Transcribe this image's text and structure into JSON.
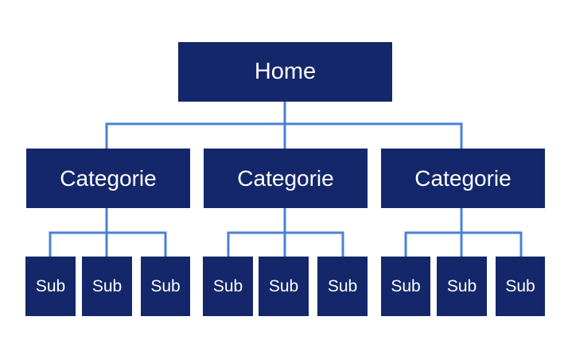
{
  "home": {
    "label": "Home"
  },
  "categories": [
    {
      "label": "Categorie",
      "subs": [
        {
          "label": "Sub"
        },
        {
          "label": "Sub"
        },
        {
          "label": "Sub"
        }
      ]
    },
    {
      "label": "Categorie",
      "subs": [
        {
          "label": "Sub"
        },
        {
          "label": "Sub"
        },
        {
          "label": "Sub"
        }
      ]
    },
    {
      "label": "Categorie",
      "subs": [
        {
          "label": "Sub"
        },
        {
          "label": "Sub"
        },
        {
          "label": "Sub"
        }
      ]
    }
  ],
  "colors": {
    "box": "#15276b",
    "connector": "#4a80d9",
    "text": "#ffffff",
    "background": "#ffffff"
  }
}
